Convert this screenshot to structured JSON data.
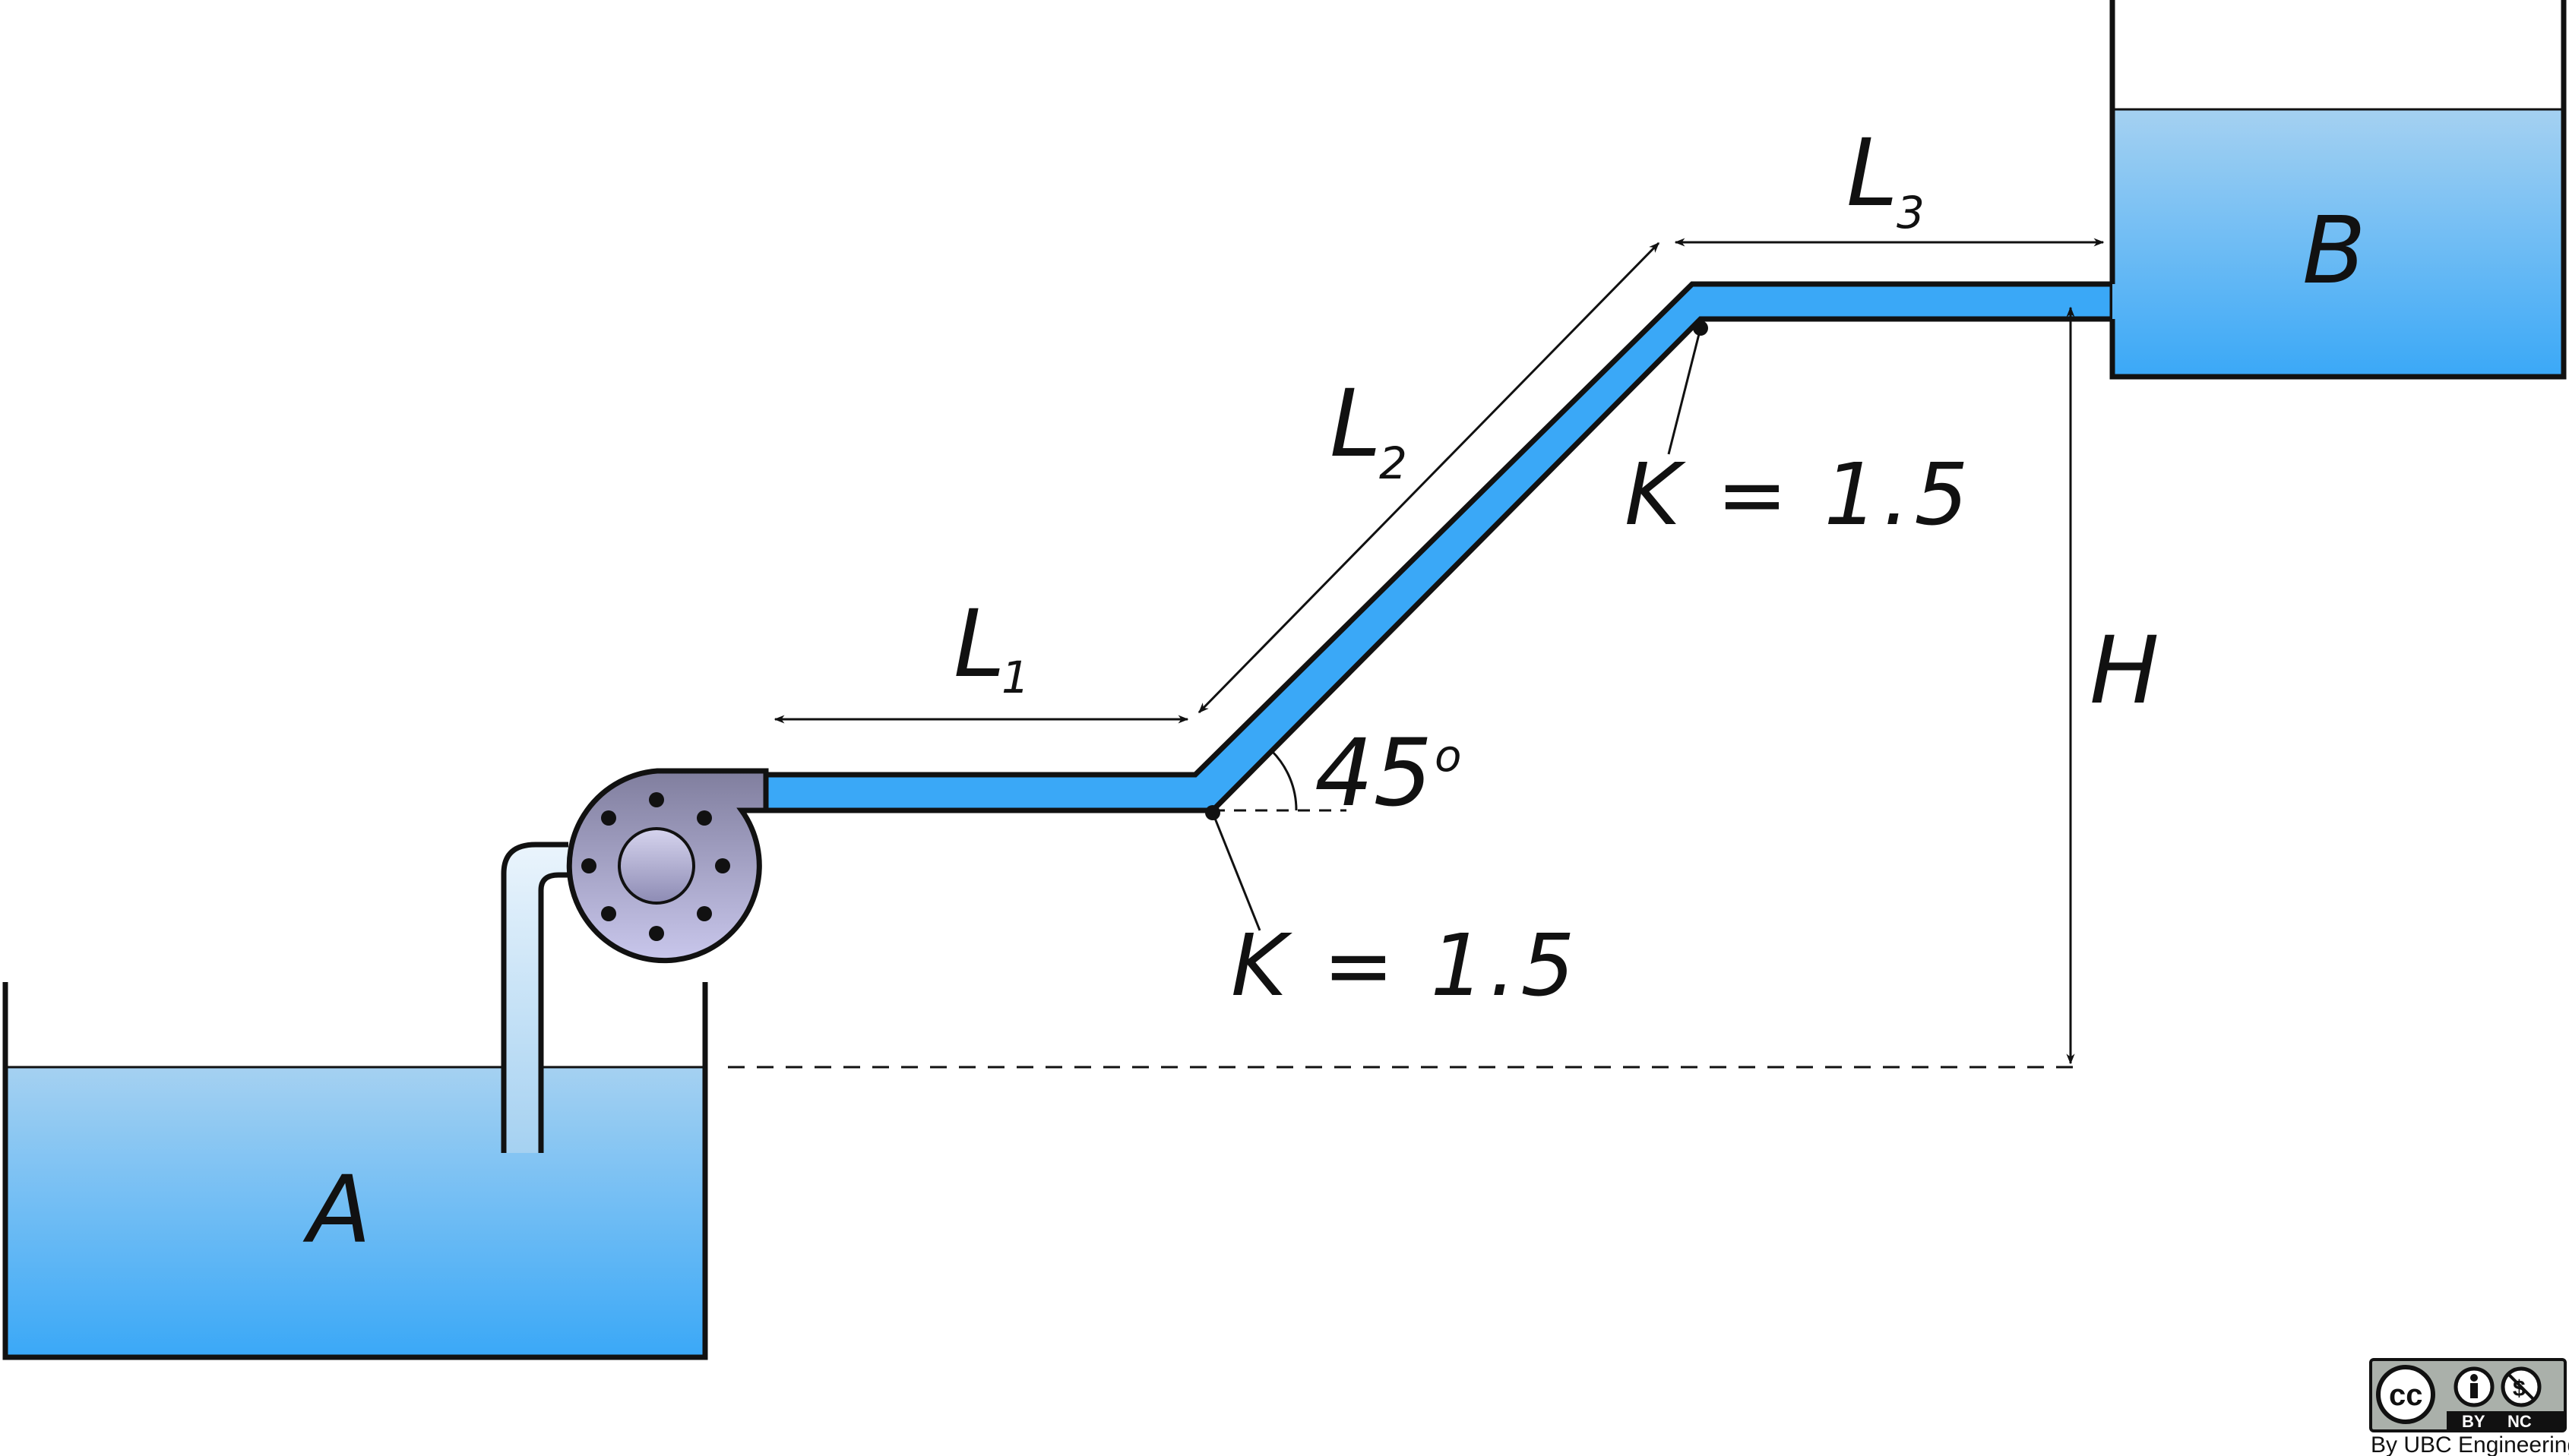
{
  "tanks": {
    "a_label": "A",
    "b_label": "B"
  },
  "pipe": {
    "segment_1_label": "L",
    "segment_1_sub": "1",
    "segment_2_label": "L",
    "segment_2_sub": "2",
    "segment_3_label": "L",
    "segment_3_sub": "3",
    "angle_label": "45",
    "angle_unit": "o"
  },
  "losses": {
    "lower_bend": "K = 1.5",
    "upper_bend": "K = 1.5"
  },
  "elevation": {
    "label": "H"
  },
  "license": {
    "badge_by": "BY",
    "badge_nc": "NC",
    "credit": "By UBC Engineering"
  },
  "colors": {
    "water_top": "#a5d1f1",
    "water_bottom": "#3aa8f7",
    "pipe_fill": "#3aa8f7",
    "pump_body": "#9a98c0",
    "outline": "#111111"
  }
}
